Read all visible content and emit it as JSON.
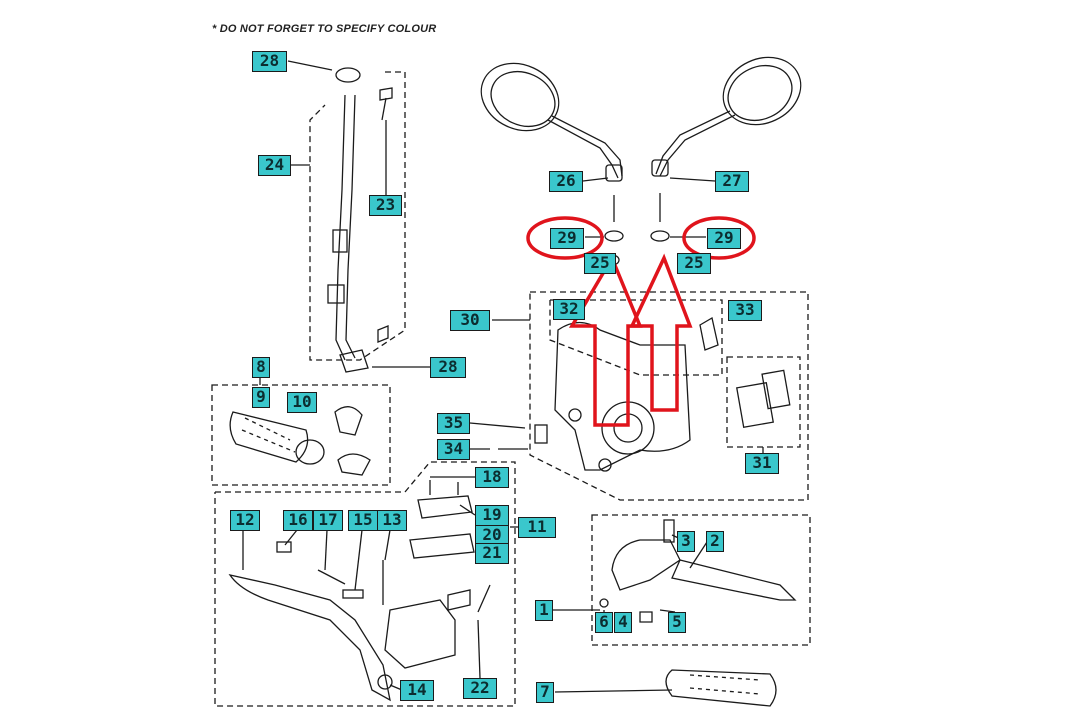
{
  "note": "* DO NOT FORGET TO SPECIFY COLOUR",
  "callouts": {
    "c28a": "28",
    "c24": "24",
    "c23": "23",
    "c28b": "28",
    "c26": "26",
    "c27": "27",
    "c29a": "29",
    "c29b": "29",
    "c25a": "25",
    "c25b": "25",
    "c30": "30",
    "c32": "32",
    "c33": "33",
    "c8": "8",
    "c9": "9",
    "c10": "10",
    "c35": "35",
    "c34": "34",
    "c31": "31",
    "c18": "18",
    "c19": "19",
    "c20": "20",
    "c21": "21",
    "c11": "11",
    "c12": "12",
    "c16": "16",
    "c17": "17",
    "c15": "15",
    "c13": "13",
    "c14": "14",
    "c22": "22",
    "c3": "3",
    "c2": "2",
    "c1": "1",
    "c6": "6",
    "c4": "4",
    "c5": "5",
    "c7": "7"
  },
  "colors": {
    "callout_fill": "#3ac7cc",
    "highlight_red": "#e0141c",
    "line": "#1b1b1b"
  }
}
